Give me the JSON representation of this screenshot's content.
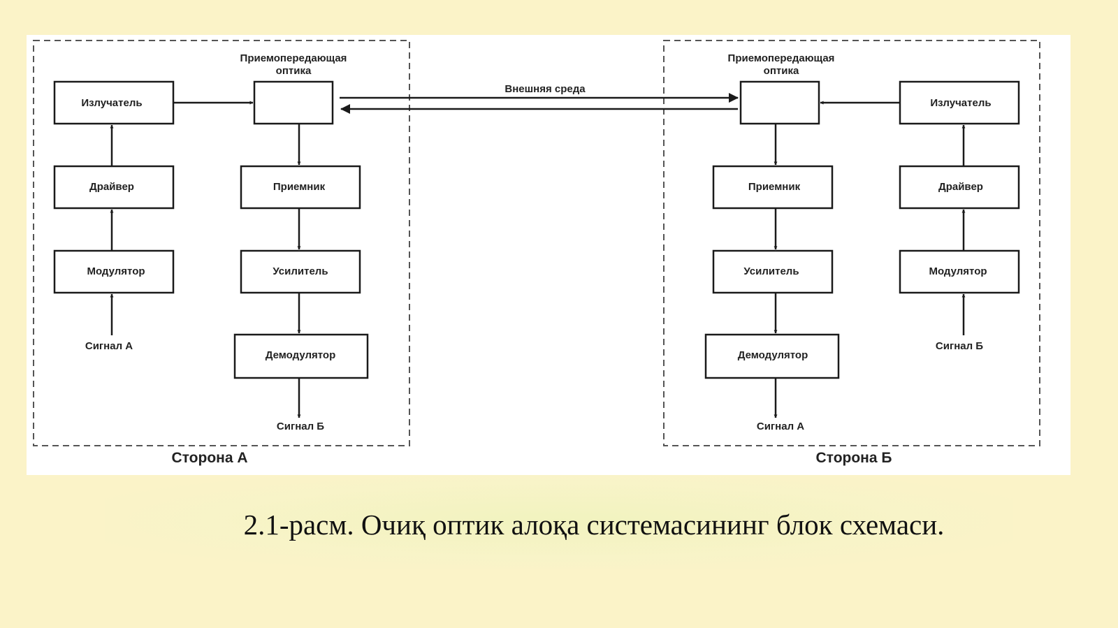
{
  "caption": "2.1-расм. Очиқ оптик алоқа системасининг блок схемаси.",
  "diagram": {
    "medium_label": "Внешняя среда",
    "side_a": {
      "title": "Сторона А",
      "optics_label_line1": "Приемопередающая",
      "optics_label_line2": "оптика",
      "emitter": "Излучатель",
      "driver": "Драйвер",
      "modulator": "Модулятор",
      "input_signal": "Сигнал А",
      "receiver": "Приемник",
      "amplifier": "Усилитель",
      "demodulator": "Демодулятор",
      "output_signal": "Сигнал Б"
    },
    "side_b": {
      "title": "Сторона Б",
      "optics_label_line1": "Приемопередающая",
      "optics_label_line2": "оптика",
      "emitter": "Излучатель",
      "driver": "Драйвер",
      "modulator": "Модулятор",
      "input_signal": "Сигнал Б",
      "receiver": "Приемник",
      "amplifier": "Усилитель",
      "demodulator": "Демодулятор",
      "output_signal": "Сигнал А"
    }
  }
}
